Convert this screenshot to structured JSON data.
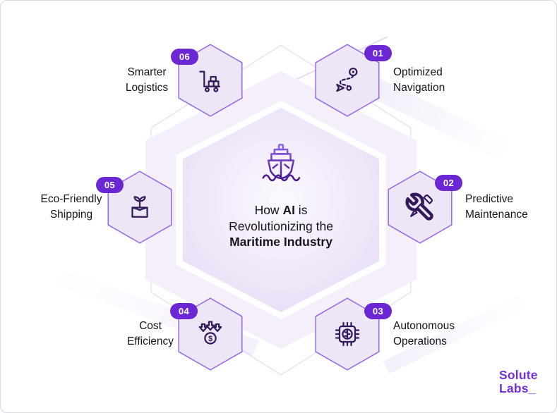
{
  "center": {
    "icon": "ship-icon",
    "title_line1_pre": "How ",
    "title_line1_bold": "AI",
    "title_line1_post": " is",
    "title_line2": "Revolutionizing the",
    "title_line3": "Maritime Industry"
  },
  "nodes": [
    {
      "num": "01",
      "line1": "Optimized",
      "line2": "Navigation",
      "icon": "route-icon",
      "position": "top-right"
    },
    {
      "num": "02",
      "line1": "Predictive",
      "line2": "Maintenance",
      "icon": "tools-icon",
      "position": "right"
    },
    {
      "num": "03",
      "line1": "Autonomous",
      "line2": "Operations",
      "icon": "chip-brain-icon",
      "position": "bottom-right"
    },
    {
      "num": "04",
      "line1": "Cost",
      "line2": "Efficiency",
      "icon": "dollar-down-arrows-icon",
      "position": "bottom-left"
    },
    {
      "num": "05",
      "line1": "Eco-Friendly",
      "line2": "Shipping",
      "icon": "eco-box-sprout-icon",
      "position": "left"
    },
    {
      "num": "06",
      "line1": "Smarter",
      "line2": "Logistics",
      "icon": "trolley-boxes-icon",
      "position": "top-left"
    }
  ],
  "logo": {
    "line1": "Solute",
    "line2": "Labs_"
  },
  "colors": {
    "accent": "#6C27D4",
    "logo": "#7431DB",
    "node_border": "#9C6FE6",
    "node_fill": "#EDE6F7",
    "icon_stroke": "#32195A",
    "outer_hex": "#F5EFFB",
    "ship_grad_a": "#9166EE",
    "ship_grad_b": "#45148C",
    "text": "#17141C"
  }
}
